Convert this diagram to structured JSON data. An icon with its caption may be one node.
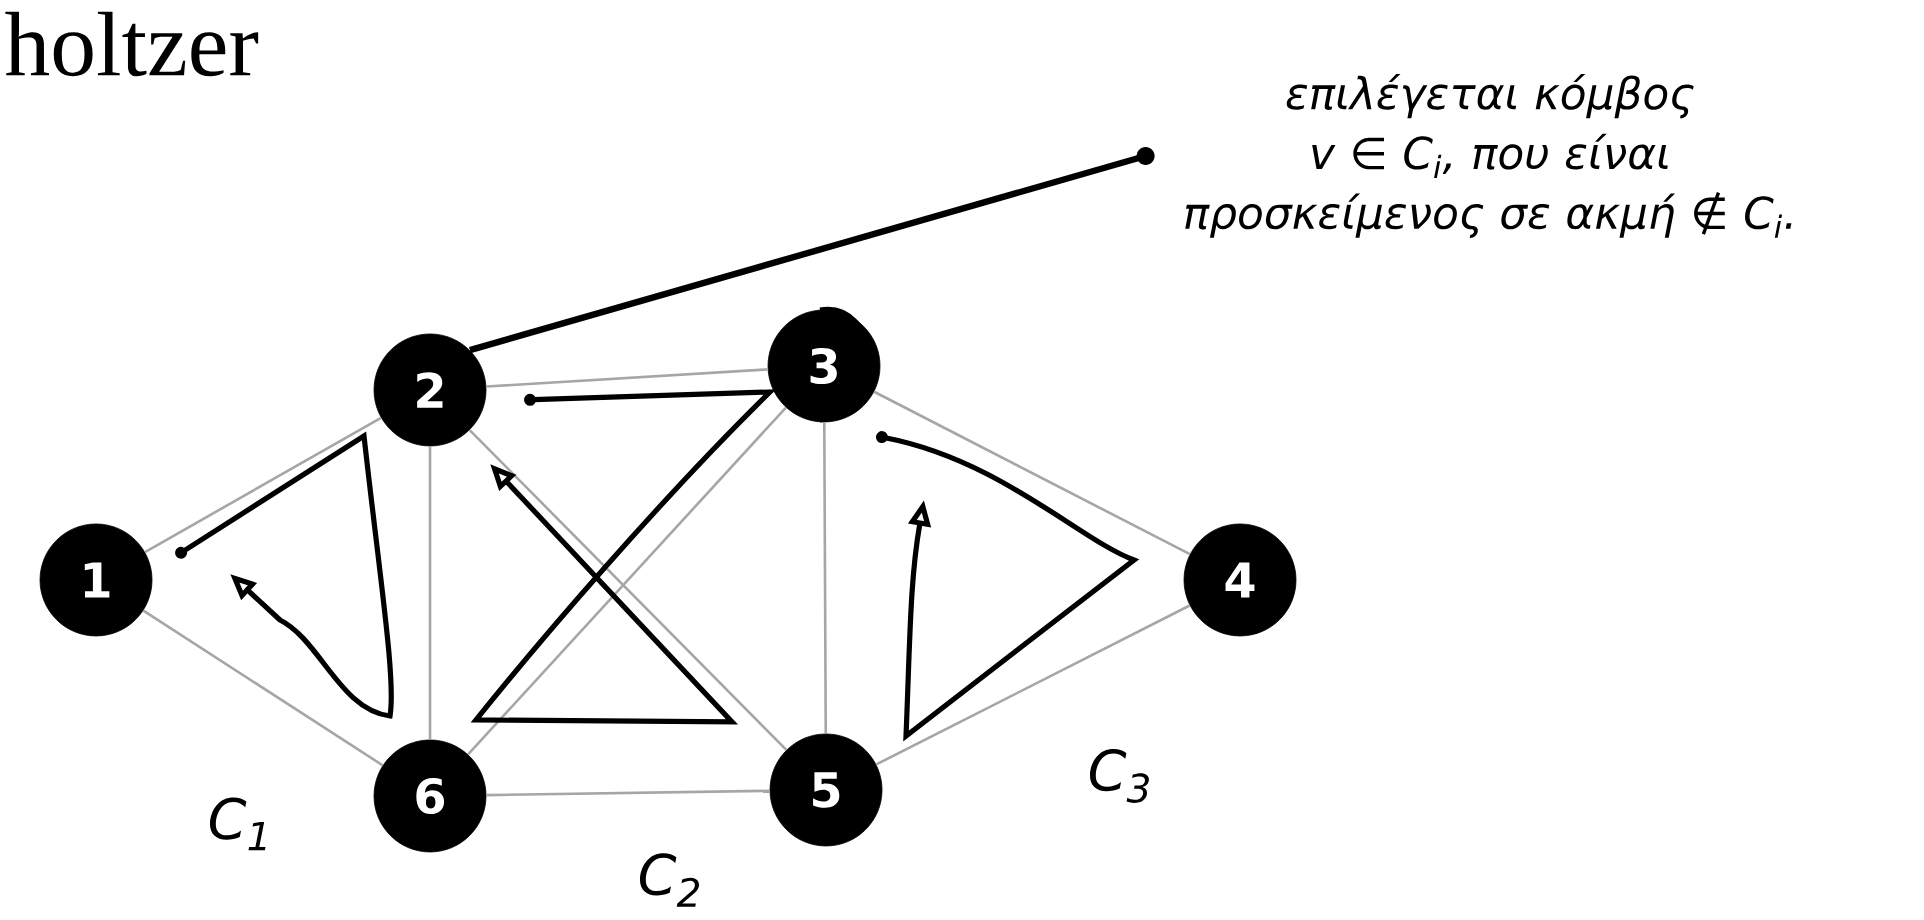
{
  "diagram": {
    "title": "holtzer",
    "nodes": [
      {
        "text": [
          "1"
        ]
      },
      {
        "text": [
          "2"
        ]
      },
      {
        "text": [
          "3"
        ]
      },
      {
        "text": [
          "4"
        ]
      },
      {
        "text": [
          "5"
        ]
      },
      {
        "text": [
          "6"
        ]
      },
      {
        "text": [
          "επιλέγεται κόμβος v ∈ C$_{i}$, που είναι προσκείμενος σε ακμή ∉ C$_{i}$."
        ]
      }
    ],
    "edges": [
      {
        "from": 0,
        "to": 1,
        "arrow": "none"
      },
      {
        "from": 0,
        "to": 5,
        "arrow": "none"
      },
      {
        "from": 1,
        "to": 2,
        "arrow": "none"
      },
      {
        "from": 1,
        "to": 5,
        "arrow": "none"
      },
      {
        "from": 1,
        "to": 4,
        "arrow": "none"
      },
      {
        "from": 5,
        "to": 2,
        "arrow": "none"
      },
      {
        "from": 2,
        "to": 4,
        "arrow": "none"
      },
      {
        "from": 2,
        "to": 3,
        "arrow": "none"
      },
      {
        "from": 3,
        "to": 4,
        "arrow": "none"
      },
      {
        "from": 5,
        "to": 4,
        "arrow": "none"
      },
      {
        "from": 1,
        "to": 6,
        "arrow": "other",
        "style": "thick",
        "color": "#000000"
      }
    ],
    "labels": [
      "C$_{1}$",
      "C$_{2}$",
      "C$_{3}$"
    ]
  }
}
